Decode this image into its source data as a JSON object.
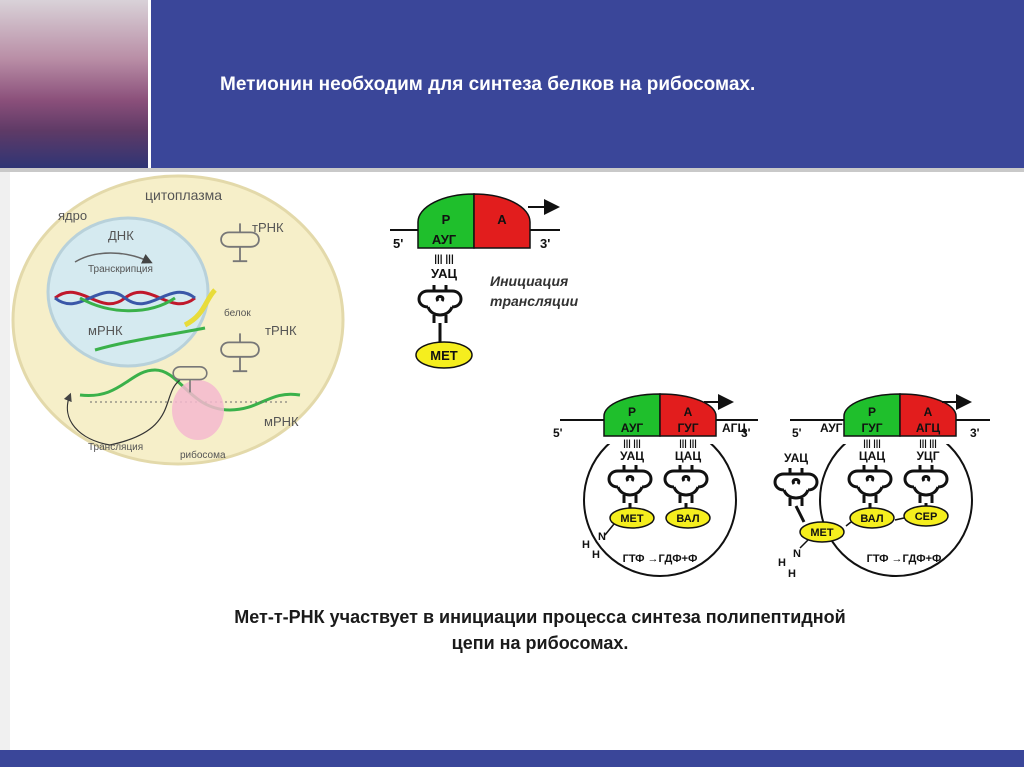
{
  "slide": {
    "title": "Метионин необходим для синтеза белков на рибосомах.",
    "caption_line1": "Мет-т-РНК  участвует в инициации процесса синтеза полипептидной",
    "caption_line2": "цепи на рибосомах."
  },
  "cell": {
    "cytoplasm": "цитоплазма",
    "nucleus": "ядро",
    "dna": "ДНК",
    "transcription": "Транскрипция",
    "mrna_nucleus": "мРНК",
    "trna_top": "тРНК",
    "protein": "белок",
    "trna_mid": "тРНК",
    "mrna": "мРНК",
    "translation": "Трансляция",
    "ribosome": "рибосома"
  },
  "initiation": {
    "site_p": "Р",
    "site_a": "А",
    "prime5": "5'",
    "prime3": "3'",
    "codon": "АУГ",
    "anticodon": "УАЦ",
    "amino": "МЕТ",
    "label_line1": "Инициация",
    "label_line2": "трансляции"
  },
  "step2": {
    "site_p": "Р",
    "site_a": "А",
    "prime5": "5'",
    "prime3": "3'",
    "codon1": "АУГ",
    "codon2": "ГУГ",
    "codon3": "АГЦ",
    "anticodon1": "УАЦ",
    "anticodon2": "ЦАЦ",
    "amino1": "МЕТ",
    "amino2": "ВАЛ",
    "n": "N",
    "h1": "H",
    "h2": "H",
    "energy": "ГТФ →ГДФ+Ф"
  },
  "step3": {
    "site_p": "Р",
    "site_a": "А",
    "prime5": "5'",
    "prime3": "3'",
    "codon1": "АУГ",
    "codon2": "ГУГ",
    "codon3": "АГЦ",
    "anticodon1": "УАЦ",
    "anticodon2": "ЦАЦ",
    "anticodon3": "УЦГ",
    "amino1": "МЕТ",
    "amino2": "ВАЛ",
    "amino3": "СЕР",
    "n": "N",
    "h1": "H",
    "h2": "H",
    "energy": "ГТФ →ГДФ+Ф"
  },
  "colors": {
    "header": "#3a4699",
    "p_site": "#1fbf2c",
    "a_site": "#e21d1d",
    "amino": "#f5ee1e",
    "cell_fill": "#f6efc9",
    "nucleus_fill": "#d5eaf0"
  }
}
